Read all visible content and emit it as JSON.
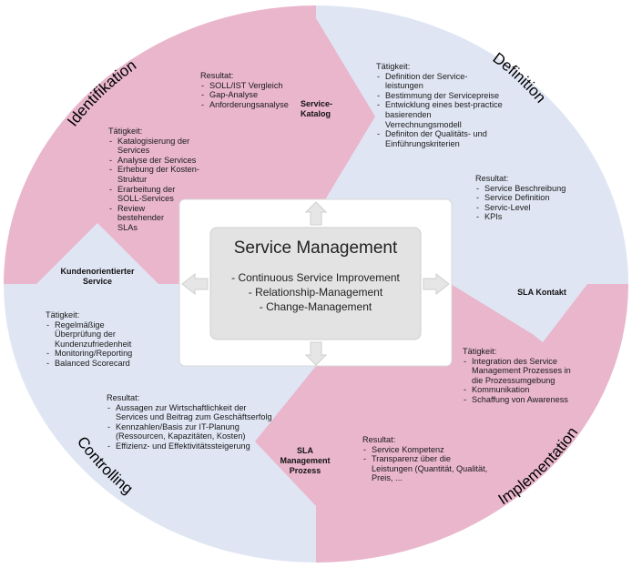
{
  "colors": {
    "pink": "#e9b6cb",
    "blue": "#dfe5f3",
    "white_panel": "#ffffff",
    "core_box": "#e3e3e3",
    "arrow": "#e6e6e6"
  },
  "core": {
    "title": "Service Management",
    "items": [
      "- Continuous Service Improvement",
      "- Relationship-Management",
      "- Change-Management"
    ]
  },
  "phases": {
    "identifikation": {
      "label": "Identifikation",
      "resultat_heading": "Resultat:",
      "resultat": [
        "SOLL/IST Vergleich",
        "Gap-Analyse",
        "Anforderungsanalyse"
      ],
      "taetigkeit_heading": "Tätigkeit:",
      "taetigkeit": [
        "Katalogisierung der Services",
        "Analyse der Services",
        "Erhebung der Kosten-Struktur",
        "Erarbeitung der SOLL-Services",
        "Review bestehender SLAs"
      ]
    },
    "definition": {
      "label": "Definition",
      "taetigkeit_heading": "Tätigkeit:",
      "taetigkeit": [
        "Definition der Service-leistungen",
        "Bestimmung der Servicepreise",
        "Entwicklung eines best-practice basierenden Verrechnungsmodell",
        "Definiton der Qualitäts- und Einführungskriterien"
      ],
      "resultat_heading": "Resultat:",
      "resultat": [
        "Service Beschreibung",
        "Service Definition",
        "Servic-Level",
        "KPIs"
      ]
    },
    "implementation": {
      "label": "Implementation",
      "taetigkeit_heading": "Tätigkeit:",
      "taetigkeit": [
        "Integration des Service Management Prozesses in die Prozessumgebung",
        "Kommunikation",
        "Schaffung von Awareness"
      ],
      "resultat_heading": "Resultat:",
      "resultat": [
        "Service Kompetenz",
        "Transparenz über die Leistungen (Quantität, Qualität, Preis, ..."
      ]
    },
    "controlling": {
      "label": "Controlling",
      "taetigkeit_heading": "Tätigkeit:",
      "taetigkeit": [
        "Regelmäßige Überprüfung der Kundenzufriedenheit",
        "Monitoring/Reporting",
        "Balanced Scorecard"
      ],
      "resultat_heading": "Resultat:",
      "resultat": [
        "Aussagen zur Wirtschaftlichkeit der Services und Beitrag zum Geschäftserfolg",
        "Kennzahlen/Basis zur IT-Planung (Ressourcen, Kapazitäten, Kosten)",
        "Effizienz- und Effektivitätssteigerung"
      ]
    }
  },
  "transitions": {
    "service_katalog": "Service-\nKatalog",
    "sla_kontakt": "SLA Kontakt",
    "sla_management_prozess": "SLA\nManagement\nProzess",
    "kundenorientierter_service": "Kundenorientierter\nService"
  }
}
